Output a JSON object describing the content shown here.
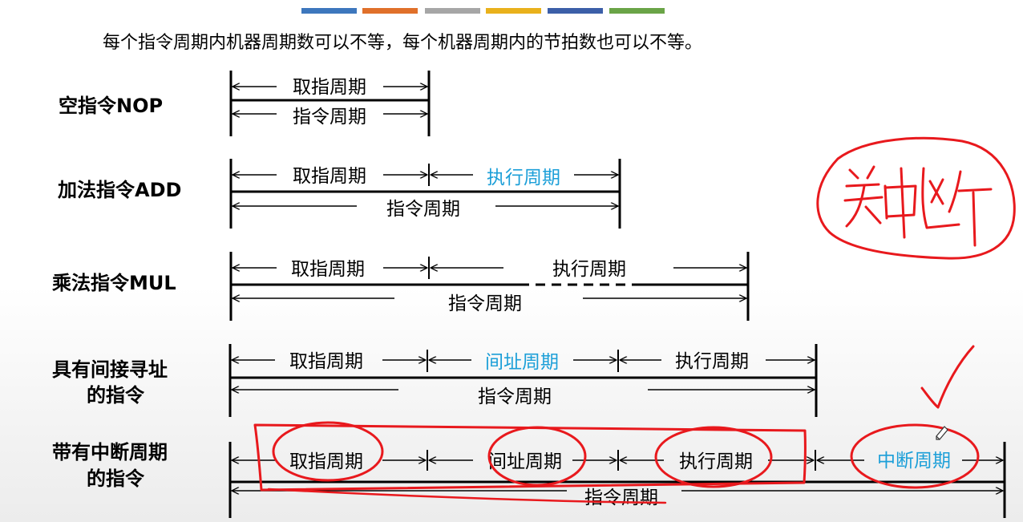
{
  "header_bar_colors": [
    "#3d77bd",
    "#e0702a",
    "#a6a6a6",
    "#e9b11c",
    "#3c5fa8",
    "#6aa447"
  ],
  "subtitle": "每个指令周期内机器周期数可以不等，每个机器周期内的节拍数也可以不等。",
  "rows": [
    {
      "label": [
        "空指令NOP"
      ],
      "segments": [
        "取指周期"
      ],
      "total": "指令周期"
    },
    {
      "label": [
        "加法指令ADD"
      ],
      "segments": [
        "取指周期",
        "执行周期"
      ],
      "total": "指令周期"
    },
    {
      "label": [
        "乘法指令MUL"
      ],
      "segments": [
        "取指周期",
        "执行周期"
      ],
      "total": "指令周期"
    },
    {
      "label": [
        "具有间接寻址",
        "的指令"
      ],
      "segments": [
        "取指周期",
        "间址周期",
        "执行周期"
      ],
      "total": "指令周期"
    },
    {
      "label": [
        "带有中断周期",
        "的指令"
      ],
      "segments": [
        "取指周期",
        "间址周期",
        "执行周期",
        "中断周期"
      ],
      "total": "指令周期"
    }
  ],
  "colors": {
    "text": "#000000",
    "highlight": "#1c9fd8",
    "annotation": "#e8191d"
  },
  "annotations": {
    "handwritten": "关中断",
    "checkmark": "✓"
  }
}
